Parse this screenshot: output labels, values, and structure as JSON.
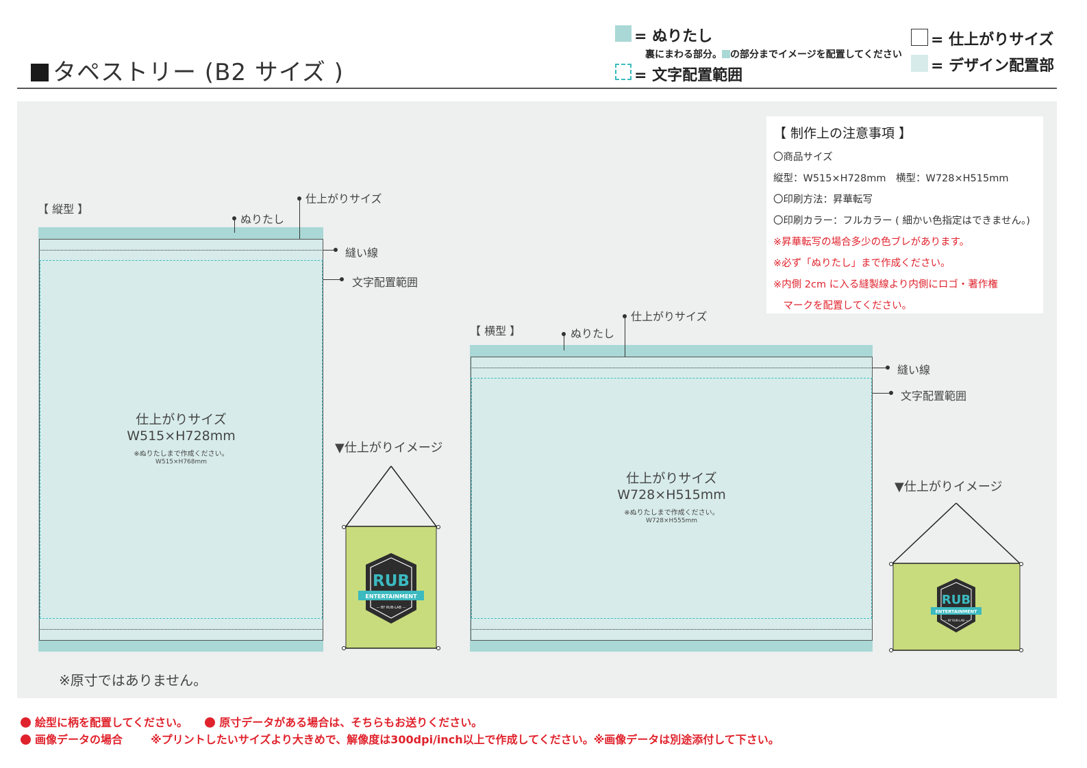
{
  "header": {
    "title": "タペストリー (B2 サイズ )"
  },
  "legend": {
    "bleed_label": "= ぬりたし",
    "bleed_note_a": "裏にまわる部分。",
    "bleed_note_b": "の部分までイメージを配置してください",
    "text_area_label": "= 文字配置範囲",
    "trim_label": "= 仕上がりサイズ",
    "design_label": "= デザイン配置部",
    "colors": {
      "bleed": "#a9d8d6",
      "design": "#d7ecea",
      "text_area": "#3bbac0"
    }
  },
  "notes": {
    "heading": "【 制作上の注意事項 】",
    "lines": [
      "〇商品サイズ",
      "縦型：W515×H728mm　横型：W728×H515mm",
      "〇印刷方法：昇華転写",
      "〇印刷カラー：フルカラー ( 細かい色指定はできません。)"
    ],
    "red_lines": [
      "※昇華転写の場合多少の色ブレがあります。",
      "※必ず「ぬりたし」まで作成ください。",
      "※内側 2cm に入る縫製線より内側にロゴ・著作権",
      "　マークを配置してください。"
    ]
  },
  "portrait": {
    "section_label": "【 縦型 】",
    "nuritashi": "ぬりたし",
    "finish_size": "仕上がりサイズ",
    "seam": "縫い線",
    "text_area": "文字配置範囲",
    "center_title": "仕上がりサイズ",
    "center_size": "W515×H728mm",
    "center_note": "※ぬりたしまで作成ください。",
    "center_note_size": "W515×H768mm",
    "preview_label": "▼仕上がりイメージ"
  },
  "landscape": {
    "section_label": "【 横型 】",
    "nuritashi": "ぬりたし",
    "finish_size": "仕上がりサイズ",
    "seam": "縫い線",
    "text_area": "文字配置範囲",
    "center_title": "仕上がりサイズ",
    "center_size": "W728×H515mm",
    "center_note": "※ぬりたしまで作成ください。",
    "center_note_size": "W728×H555mm",
    "preview_label": "▼仕上がりイメージ"
  },
  "logo": {
    "main": "RUB",
    "sub": "ENTERTAINMENT",
    "tiny": "— BY RUB-LAB —",
    "colors": {
      "banner": "#c8dc7d",
      "hex": "#2d2d2d",
      "accent": "#3bbac0"
    }
  },
  "panel_note": "※原寸ではありません。",
  "footer": {
    "line1_a": "絵型に柄を配置してください。",
    "line1_b": "原寸データがある場合は、そちらもお送りください。",
    "line2_a": "画像データの場合",
    "line2_b": "※プリントしたいサイズより大きめで、解像度は300dpi/inch以上で作成してください。※画像データは別途添付して下さい。"
  }
}
